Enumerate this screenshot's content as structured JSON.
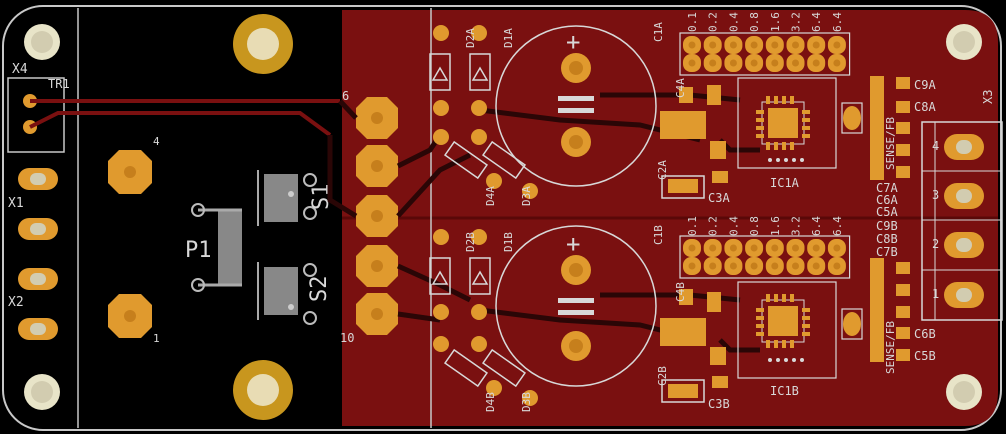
{
  "colors": {
    "background": "#000000",
    "board_outline": "#c8c8c8",
    "copper": "#7a1010",
    "copper_bright": "#8e1616",
    "silk": "#d8d8d8",
    "pad": "#e09a2e",
    "pad_stroke": "#b97718",
    "via_gold": "#c8961e",
    "dark_trace": "#2a0606"
  },
  "labels": {
    "tr1": "TR1",
    "x4": "X4",
    "x1": "X1",
    "x2": "X2",
    "x3": "X3",
    "p1": "P1",
    "s1": "S1",
    "s2": "S2",
    "pin4": "4",
    "pin1": "1",
    "pin6": "6",
    "pin10": "10",
    "d2a": "D2A",
    "d1a": "D1A",
    "d4a": "D4A",
    "d3a": "D3A",
    "d2b": "D2B",
    "d1b": "D1B",
    "d4b": "D4B",
    "d3b": "D3B",
    "c1a": "C1A",
    "c1b": "C1B",
    "c2a": "C2A",
    "c2b": "C2B",
    "c3a": "C3A",
    "c3b": "C3B",
    "c4a": "C4A",
    "c4b": "C4B",
    "ic1a": "IC1A",
    "ic1b": "IC1B",
    "sense_a": "SENSE/FB",
    "sense_b": "SENSE/FB",
    "c9a": "C9A",
    "c8a": "C8A",
    "c7a": "C7A",
    "c6a": "C6A",
    "c5a": "C5A",
    "c9b": "C9B",
    "c8b": "C8B",
    "c7b": "C7B",
    "c6b": "C6B",
    "c5b": "C5B",
    "x3_pins": [
      "4",
      "3",
      "2",
      "1"
    ],
    "plus": "+"
  },
  "jumper_values": [
    "0.1",
    "0.2",
    "0.4",
    "0.8",
    "1.6",
    "3.2",
    "6.4",
    "6.4"
  ]
}
